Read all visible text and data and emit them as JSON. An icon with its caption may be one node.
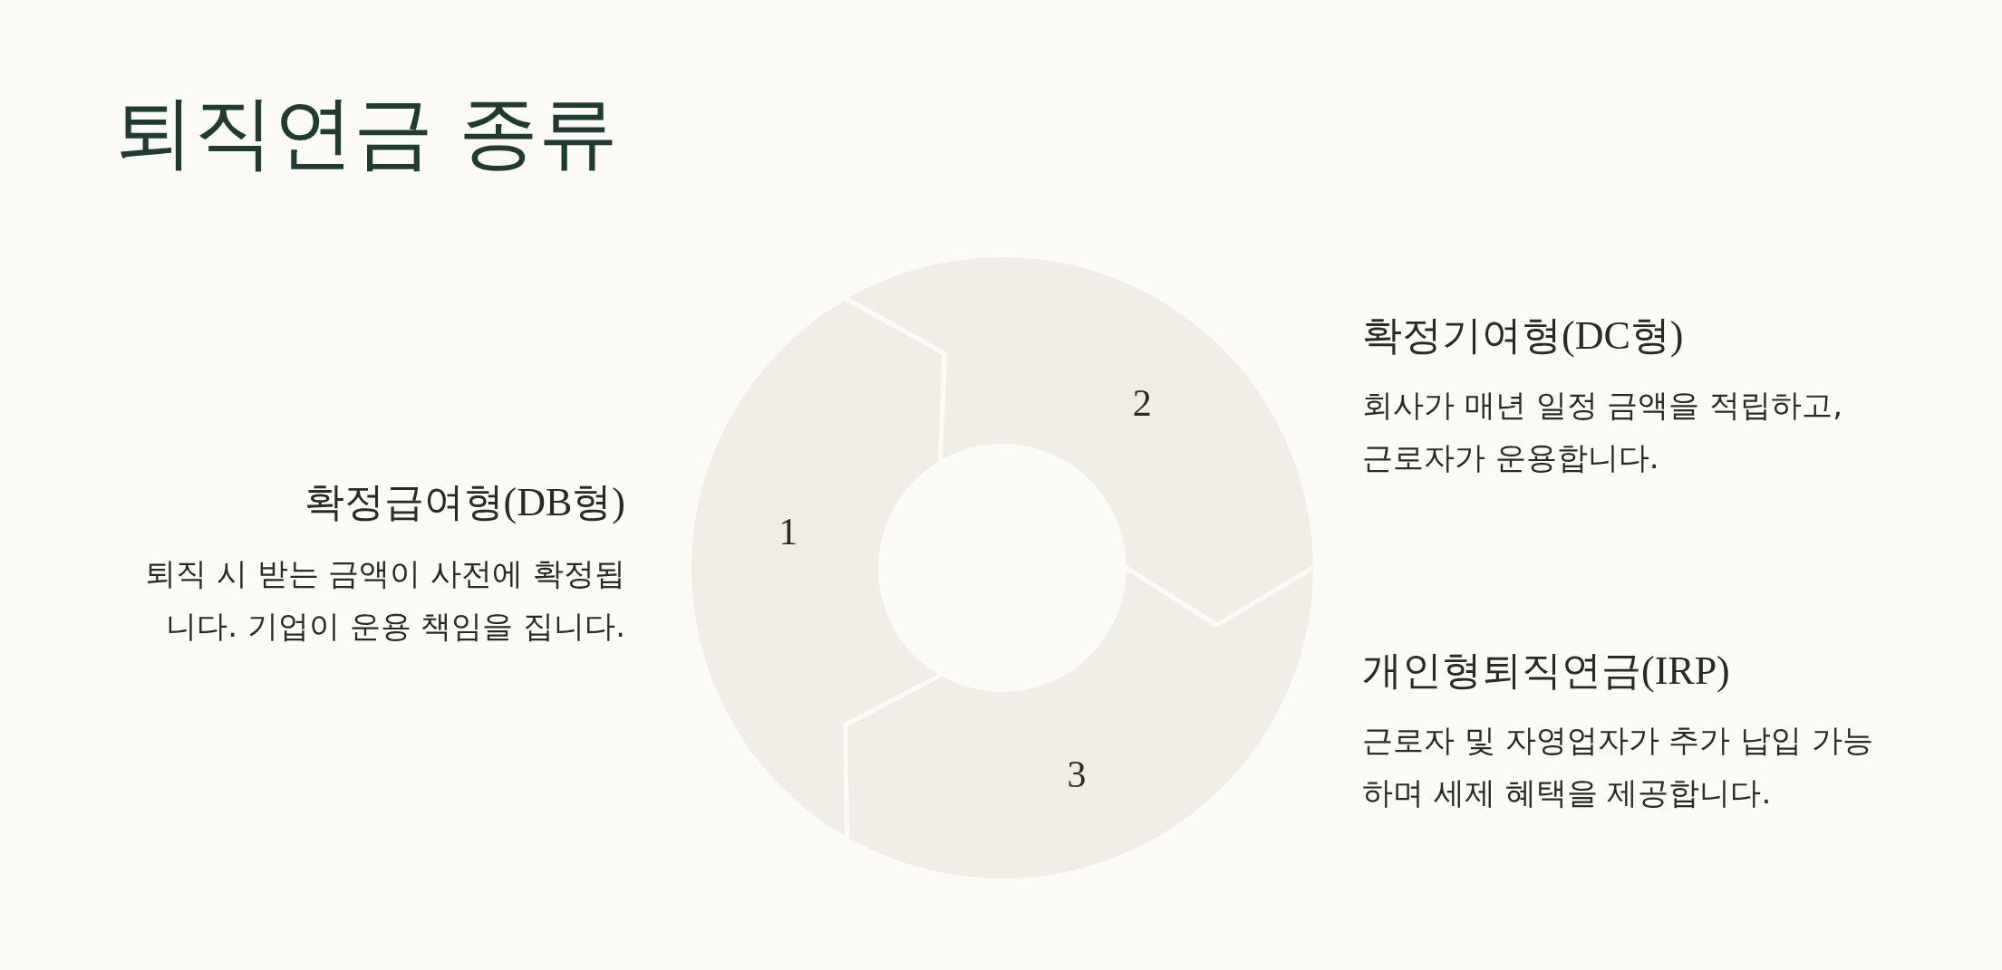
{
  "diagram": {
    "title": "퇴직연금 종류",
    "nodes": [
      {
        "text": [
          "1"
        ],
        "beside": [
          "확정급여형(DB형)",
          "퇴직 시 받는 금액이 사전에 확정됩니다. 기업이 운용 책임을 집니다."
        ]
      },
      {
        "text": [
          "2"
        ],
        "beside": [
          "확정기여형(DC형)",
          "회사가 매년 일정 금액을 적립하고, 근로자가 운용합니다."
        ]
      },
      {
        "text": [
          "3"
        ],
        "beside": [
          "개인형퇴직연금(IRP)",
          "근로자 및 자영업자가 추가 납입 가능하며 세제 혜택을 제공합니다."
        ]
      }
    ]
  }
}
